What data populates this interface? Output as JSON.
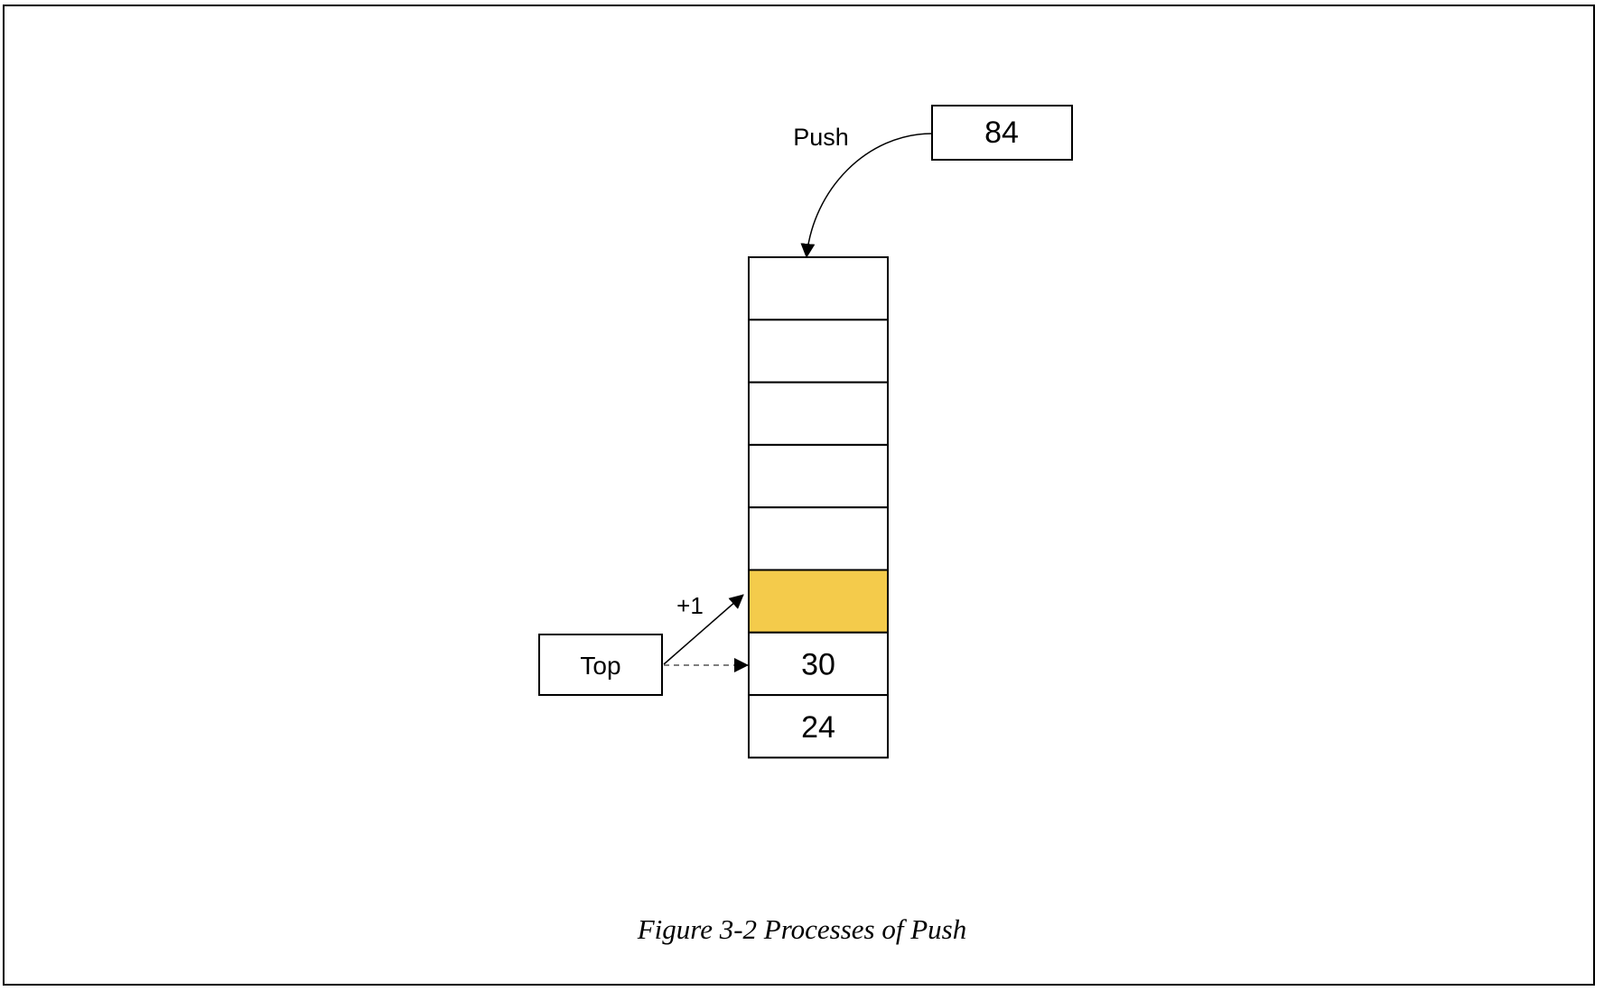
{
  "value_box": {
    "label": "84"
  },
  "push_label": "Push",
  "increment_label": "+1",
  "top_box": {
    "label": "Top"
  },
  "stack": {
    "cells": [
      {
        "value": "",
        "highlighted": false
      },
      {
        "value": "",
        "highlighted": false
      },
      {
        "value": "",
        "highlighted": false
      },
      {
        "value": "",
        "highlighted": false
      },
      {
        "value": "",
        "highlighted": false
      },
      {
        "value": "",
        "highlighted": true
      },
      {
        "value": "30",
        "highlighted": false
      },
      {
        "value": "24",
        "highlighted": false
      }
    ]
  },
  "caption": "Figure 3-2 Processes of Push",
  "colors": {
    "highlight": "#F4CB4B",
    "stroke": "#000000",
    "dashed_arrow": "#555555"
  }
}
